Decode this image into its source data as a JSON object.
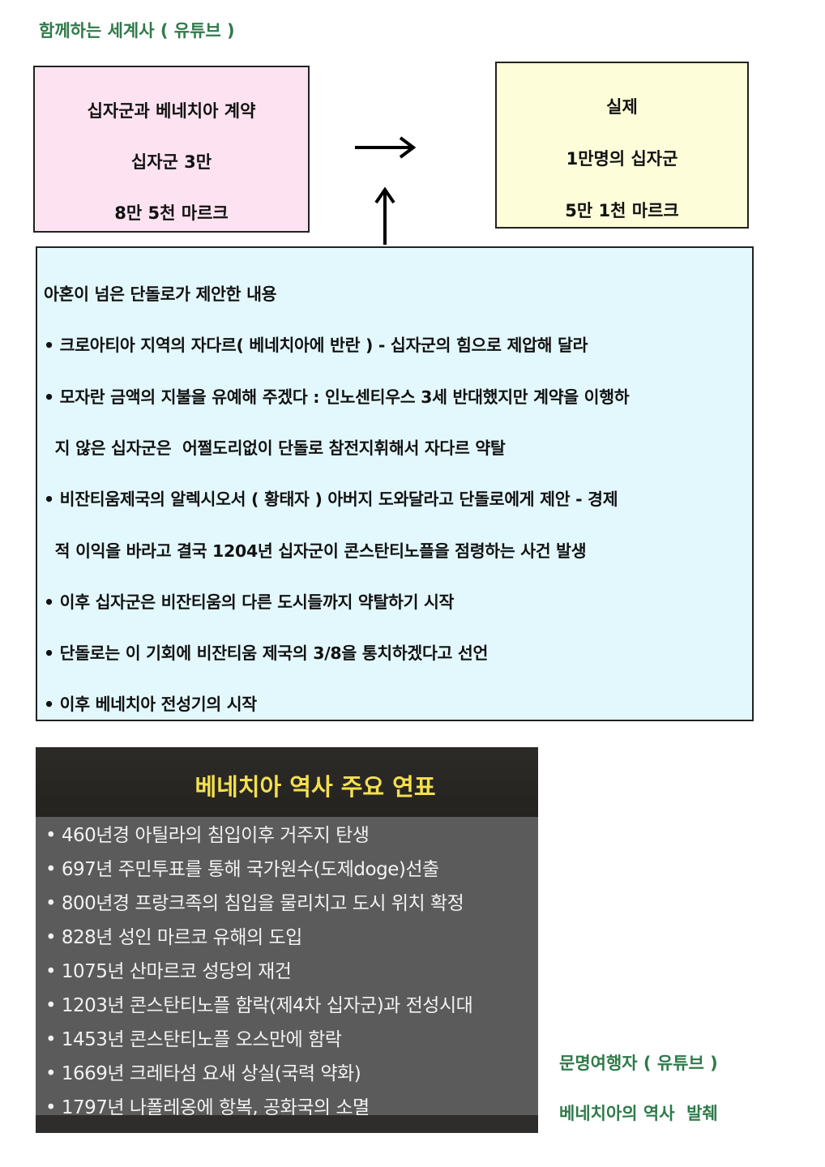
{
  "header": {
    "title": "함께하는 세계사 ( 유튜브 )"
  },
  "contract_box": {
    "lines": [
      "십자군과 베네치아 계약",
      "십자군 3만",
      "8만 5천 마르크"
    ]
  },
  "actual_box": {
    "lines": [
      "실제",
      "1만명의 십자군",
      "5만 1천 마르크"
    ]
  },
  "proposal_box": {
    "lines": [
      "아혼이 넘은 단돌로가 제안한 내용",
      "• 크로아티아 지역의 자다르( 베네치아에 반란 ) - 십자군의 힘으로 제압해 달라",
      "• 모자란 금액의 지불을 유예해 주겠다 : 인노센티우스 3세 반대했지만 계약을 이행하",
      "  지 않은 십자군은  어쩔도리없이 단돌로 참전지휘해서 자다르 약탈",
      "• 비잔티움제국의 알렉시오서 ( 황태자 ) 아버지 도와달라고 단돌로에게 제안  -  경제",
      "  적 이익을 바라고 결국 1204년 십자군이 콘스탄티노플을 점령하는 사건 발생",
      "• 이후 십자군은 비잔티움의 다른 도시들까지 약탈하기 시작",
      "• 단돌로는 이 기회에 비잔티움 제국의 3/8을 통치하겠다고 선언",
      "• 이후 베네치아 전성기의 시작"
    ]
  },
  "timeline_image": {
    "title": "베네치아 역사 주요 연표",
    "items": [
      "• 460년경 아틸라의 침입이후 거주지 탄생",
      "• 697년 주민투표를 통해 국가원수(도제doge)선출",
      "• 800년경 프랑크족의 침입을 물리치고 도시 위치 확정",
      "• 828년 성인 마르코 유해의 도입",
      "• 1075년 산마르코 성당의 재건",
      "• 1203년 콘스탄티노플 함락(제4차 십자군)과 전성시대",
      "• 1453년 콘스탄티노플 오스만에 함락",
      "• 1669년 크레타섬 요새 상실(국력 약화)",
      "• 1797년 나폴레옹에 항복, 공화국의 소멸"
    ]
  },
  "source": {
    "line1": "문명여행자 ( 유튜브 )",
    "line2": "베네치아의 역사  발췌"
  }
}
